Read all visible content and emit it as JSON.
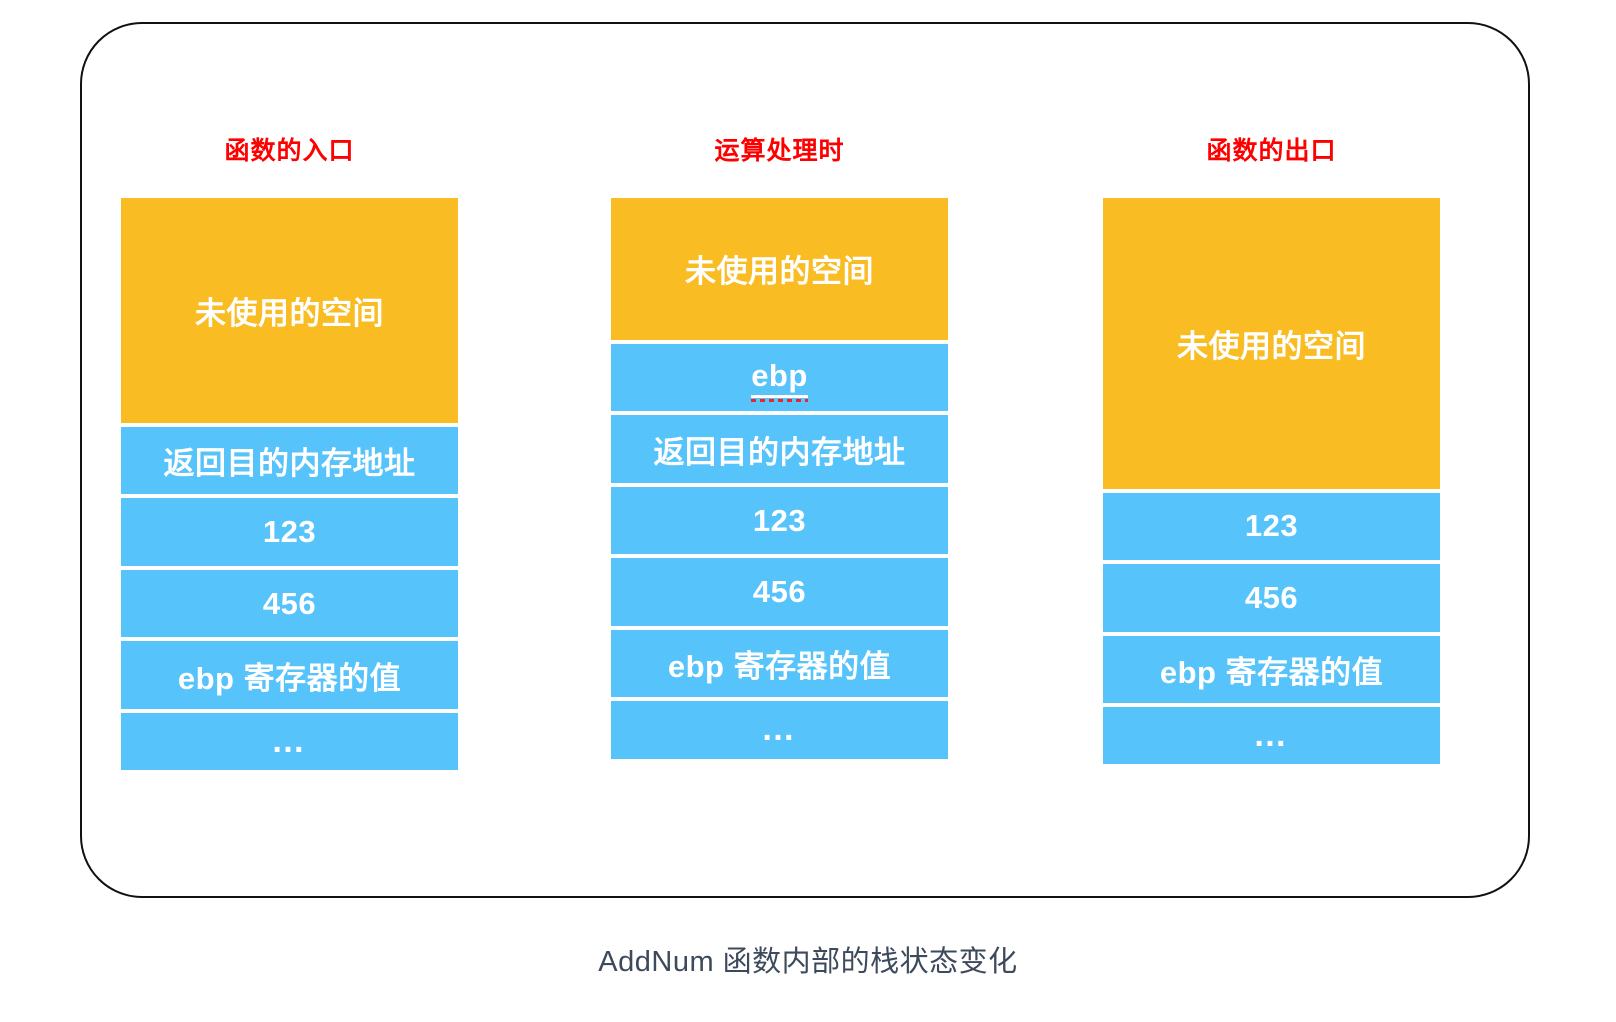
{
  "diagram": {
    "caption": "AddNum 函数内部的栈状态变化",
    "colors": {
      "unused_space": "#F9BC22",
      "stack_cell": "#57C3FB",
      "title_text": "#FF0000",
      "cell_text": "#FFFFFF",
      "caption_text": "#3D4A5C",
      "frame_border": "#111111",
      "spellcheck_underline": "#E8262B"
    },
    "columns": [
      {
        "title": "函数的入口",
        "cells": [
          {
            "label": "未使用的空间",
            "kind": "unused",
            "height_ratio": 0.4
          },
          {
            "label": "返回目的内存地址",
            "kind": "blue",
            "height_ratio": 0.125
          },
          {
            "label": "123",
            "kind": "blue",
            "height_ratio": 0.125
          },
          {
            "label": "456",
            "kind": "blue",
            "height_ratio": 0.125
          },
          {
            "label": "ebp 寄存器的值",
            "kind": "blue",
            "height_ratio": 0.125
          },
          {
            "label": "…",
            "kind": "blue",
            "height_ratio": 0.1
          }
        ]
      },
      {
        "title": "运算处理时",
        "cells": [
          {
            "label": "未使用的空间",
            "kind": "unused",
            "height_ratio": 0.255
          },
          {
            "label": "ebp",
            "kind": "blue",
            "height_ratio": 0.125,
            "spellcheck": true
          },
          {
            "label": "返回目的内存地址",
            "kind": "blue",
            "height_ratio": 0.125
          },
          {
            "label": "123",
            "kind": "blue",
            "height_ratio": 0.125
          },
          {
            "label": "456",
            "kind": "blue",
            "height_ratio": 0.125
          },
          {
            "label": "ebp 寄存器的值",
            "kind": "blue",
            "height_ratio": 0.125
          },
          {
            "label": "…",
            "kind": "blue",
            "height_ratio": 0.1
          }
        ]
      },
      {
        "title": "函数的出口",
        "cells": [
          {
            "label": "未使用的空间",
            "kind": "unused",
            "height_ratio": 0.515
          },
          {
            "label": "123",
            "kind": "blue",
            "height_ratio": 0.125
          },
          {
            "label": "456",
            "kind": "blue",
            "height_ratio": 0.125
          },
          {
            "label": "ebp 寄存器的值",
            "kind": "blue",
            "height_ratio": 0.125
          },
          {
            "label": "…",
            "kind": "blue",
            "height_ratio": 0.1
          }
        ]
      }
    ]
  }
}
